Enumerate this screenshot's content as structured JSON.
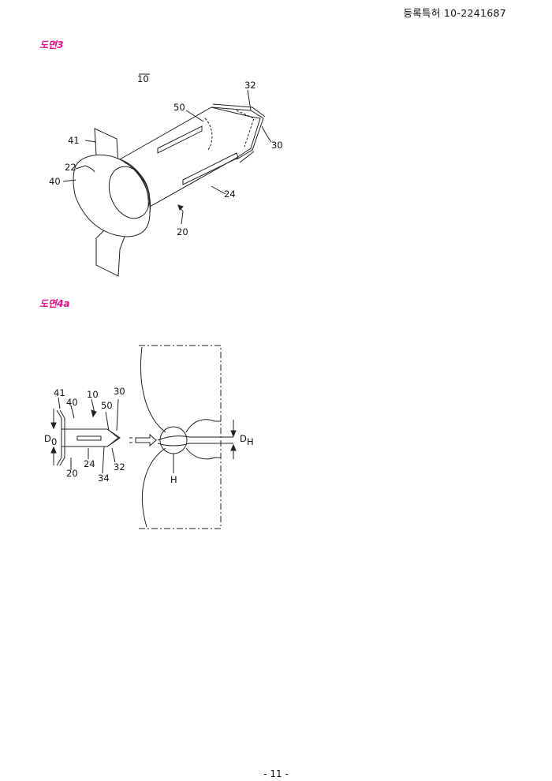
{
  "header": {
    "patent_number": "등록특허 10-2241687"
  },
  "figures": {
    "fig3": {
      "title": "도면3",
      "labels": {
        "l10": "10",
        "l32": "32",
        "l50": "50",
        "l30": "30",
        "l41": "41",
        "l22": "22",
        "l40": "40",
        "l24": "24",
        "l20": "20"
      }
    },
    "fig4a": {
      "title": "도면4a",
      "labels": {
        "l41": "41",
        "l40": "40",
        "l10": "10",
        "l50": "50",
        "l30": "30",
        "d0": "D",
        "d0_sub": "0",
        "l24": "24",
        "l32": "32",
        "l20": "20",
        "l34": "34",
        "dh": "D",
        "dh_sub": "H",
        "h": "H"
      }
    }
  },
  "footer": {
    "page": "- 11 -"
  }
}
